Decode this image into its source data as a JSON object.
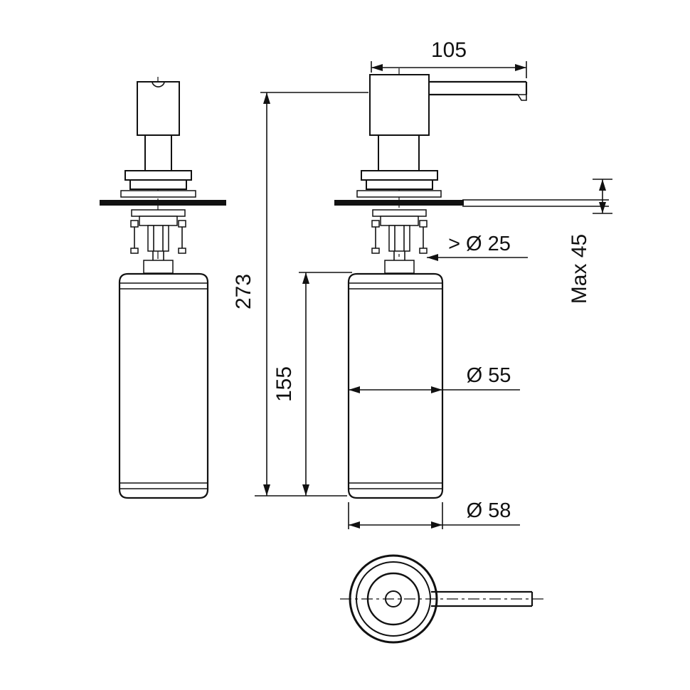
{
  "colors": {
    "line": "#111111",
    "background": "#ffffff"
  },
  "dims": {
    "spout_length": "105",
    "total_height": "273",
    "bottle_height": "155",
    "hole_diameter": "> Ø 25",
    "max_counter_thickness": "Max 45",
    "body_diameter": "Ø 55",
    "base_diameter": "Ø 58"
  }
}
